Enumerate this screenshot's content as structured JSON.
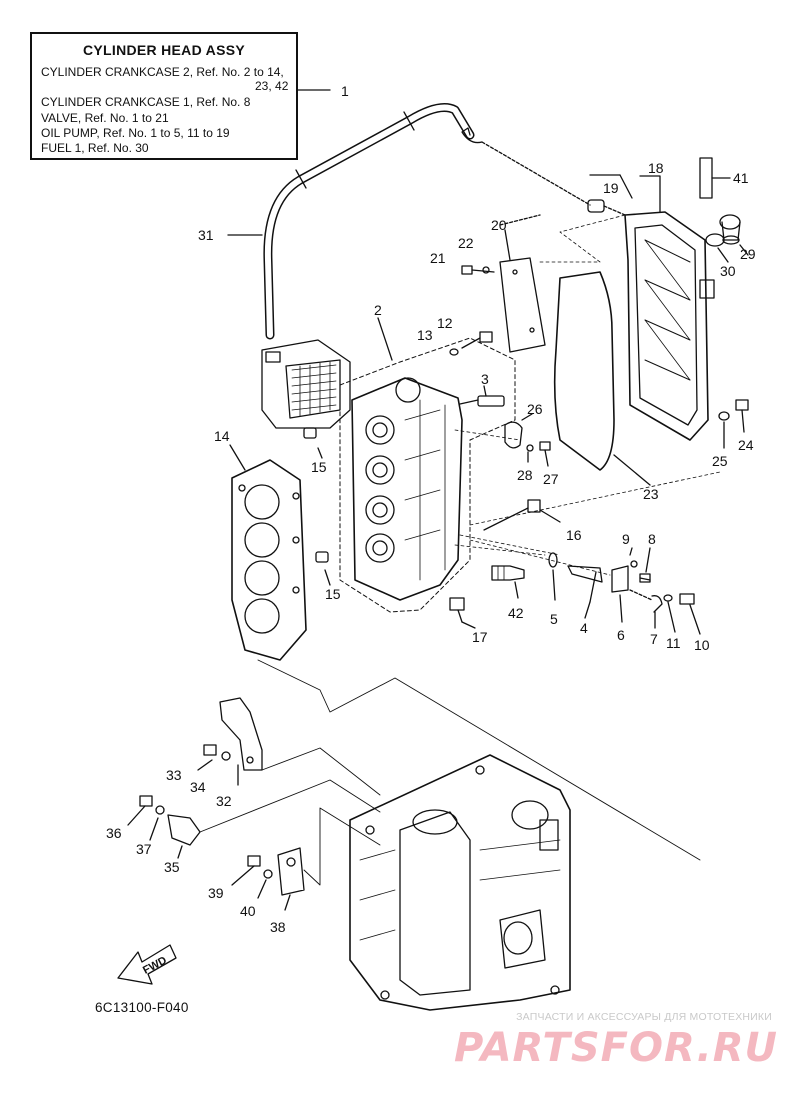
{
  "legend": {
    "title": "CYLINDER HEAD ASSY",
    "lines": [
      "CYLINDER CRANKCASE 2,  Ref. No. 2 to 14,",
      "23, 42",
      "CYLINDER CRANKCASE 1,  Ref. No. 8",
      "VALVE,  Ref. No. 1 to 21",
      "OIL PUMP,  Ref. No. 1 to 5, 11 to 19",
      "FUEL 1,  Ref. No. 30"
    ]
  },
  "callouts": [
    "1",
    "2",
    "3",
    "4",
    "5",
    "6",
    "7",
    "8",
    "9",
    "10",
    "11",
    "12",
    "13",
    "14",
    "15",
    "15",
    "16",
    "17",
    "18",
    "19",
    "20",
    "21",
    "22",
    "23",
    "24",
    "25",
    "26",
    "27",
    "28",
    "29",
    "30",
    "31",
    "32",
    "33",
    "34",
    "35",
    "36",
    "37",
    "38",
    "39",
    "40",
    "41",
    "42"
  ],
  "fwd_label": "FWD",
  "diagram_code": "6C13100-F040",
  "watermark": {
    "subtitle": "ЗАПЧАСТИ И АКСЕССУАРЫ ДЛЯ МОТОТЕХНИКИ",
    "brand": "PARTSFOR.RU",
    "color": "#f4b8c0"
  }
}
